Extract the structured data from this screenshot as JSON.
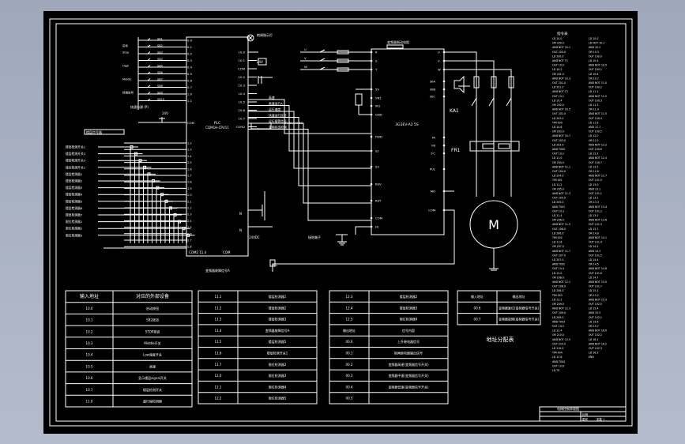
{
  "plc": {
    "title_1": "PLC",
    "title_2": "CQM1H-CPU11",
    "inputs": [
      {
        "addr": "0.0",
        "label": "",
        "sw": "SB1"
      },
      {
        "addr": "0.1",
        "label": "启动",
        "sw": "SB2"
      },
      {
        "addr": "0.2",
        "label": "Stop",
        "sw": "SB3"
      },
      {
        "addr": "0.3",
        "label": "",
        "sw": "SB4"
      },
      {
        "addr": "0.4",
        "label": "High",
        "sw": "SB5"
      },
      {
        "addr": "0.5",
        "label": "",
        "sw": "SB6"
      },
      {
        "addr": "0.6",
        "label": "Middle",
        "sw": "SB7"
      },
      {
        "addr": "0.7",
        "label": "",
        "sw": "SB8"
      },
      {
        "addr": "1.0",
        "label": "终端信号",
        "sw": "SB9"
      },
      {
        "addr": "1.1",
        "label": "",
        "sw": "SB10"
      }
    ],
    "lower_inputs": [
      "1.2",
      "1.3",
      "1.4",
      "1.5",
      "1.6",
      "1.7",
      "1.8",
      "1.9",
      "2.0",
      "2.1",
      "2.2",
      "2.3",
      "2.4",
      "2.5",
      "2.6",
      "2.7",
      "2.8"
    ],
    "com_label": "COM",
    "bottom_left": "COM2 11.4",
    "bottom_right": "COM",
    "outputs_right": [
      "10.0",
      "10.1",
      "COM",
      "10.2",
      "10.3",
      "10.4",
      "10.5",
      "10.6",
      "10.7",
      "COM2"
    ],
    "power_label": "快速电源 (P)",
    "power_v": "24V",
    "n_label_1": "N",
    "n_label_2": "N",
    "dc_label": "24VDC",
    "open_label": "抱闸指示灯",
    "dc_small": "24V",
    "group_label": "楼层信号器",
    "sensors": [
      "楼层检测开关1",
      "楼层检测开关2",
      "楼层检测开关3",
      "接近检测开关1",
      "楼层检测器1",
      "楼层检测器2",
      "楼层检测器3",
      "楼层检测器4",
      "楼层检测器5",
      "楼层检测器6",
      "楼层检测器7",
      "限位检测器1",
      "限位检测器2",
      "限位检测器3"
    ]
  },
  "inverter": {
    "top_label": "变频器制动电阻",
    "model": "3G3EV-A2 5S",
    "line_in": [
      "R",
      "S",
      "T"
    ],
    "line_in_labels": [
      "U",
      "V",
      "W"
    ],
    "out_terms": [
      "U",
      "V",
      "W"
    ],
    "left_terms": [
      "5V",
      "VR1",
      "IN1",
      "GND",
      "FWD",
      "S2",
      "S3",
      "REV",
      "RST",
      "COM",
      "FE"
    ],
    "right_terms": [
      "30A",
      "30B",
      "30C",
      "FA",
      "FB",
      "FC",
      "PUL",
      "MO",
      "COM"
    ],
    "signal_labels": [
      "高速",
      "高速运行A",
      "运行速度",
      "快速运行信号",
      "运行报警信号",
      "变频状态检测"
    ],
    "ground_label": "接地端子",
    "bottom_signal": "变频器故障信号A",
    "bottom_res": "RG"
  },
  "motor": {
    "ka": "KA1",
    "fr": "FR1",
    "m": "M"
  },
  "table1": {
    "headers": [
      "输入地址",
      "对应的外部设备"
    ],
    "rows": [
      [
        "10.0",
        "启动按钮"
      ],
      [
        "10.1",
        "SB2按钮"
      ],
      [
        "10.2",
        "STOP按钮"
      ],
      [
        "10.3",
        "Middle开关"
      ],
      [
        "10.4",
        "Low速度开关"
      ],
      [
        "10.5",
        "高速"
      ],
      [
        "10.6",
        "显示楼层signal开关"
      ],
      [
        "10.7",
        "楼层检测开关"
      ],
      [
        "11.0",
        "超行程检测器"
      ]
    ]
  },
  "table2": {
    "rows": [
      [
        "11.1",
        "楼层检测器1"
      ],
      [
        "11.2",
        "楼层检测器2"
      ],
      [
        "11.3",
        "楼层检测器3"
      ],
      [
        "11.4",
        "变频器故障信号A"
      ],
      [
        "11.5",
        "楼层检测器5"
      ],
      [
        "11.6",
        "楼层检测开关1"
      ],
      [
        "11.7",
        "限位检测器2"
      ],
      [
        "12.0",
        "限位检测器3"
      ],
      [
        "12.1",
        "限位检测器4"
      ],
      [
        "12.2",
        "限位检测器5"
      ]
    ]
  },
  "table3": {
    "rows_top": [
      [
        "12.3",
        "楼层检测器2"
      ],
      [
        "12.4",
        "楼层检测器3"
      ],
      [
        "12.5",
        "限位检测器4"
      ]
    ],
    "headers": [
      "输出地址",
      "信号内容"
    ],
    "rows": [
      [
        "00.0",
        "上升继电器信号"
      ],
      [
        "00.1",
        "抱闸继电器输出信号"
      ],
      [
        "00.2",
        "变频器高速(变频器信号开关)"
      ],
      [
        "00.3",
        "变频器中速(变频器信号开关)"
      ],
      [
        "00.4",
        "变频器低速(变频器信号开关)"
      ],
      [
        "00.5",
        ""
      ]
    ]
  },
  "table4": {
    "headers": [
      "输入地址",
      "输出地址"
    ],
    "rows": [
      [
        "00.6",
        "变频器复位(变频器信号开关)"
      ],
      [
        "00.7",
        "变频器故障(变频器信号开关)"
      ]
    ],
    "caption": "地址分配表"
  },
  "instructions": {
    "title": "指令表",
    "col1": [
      "LD 10.0",
      "OR 200.0",
      "AND NOT 10.1",
      "OUT 200.0",
      "LD 200.0",
      "AND NOT T1",
      "OUT 10.0",
      "LD 10.2",
      "OR 201.0",
      "AND NOT 10.3",
      "OUT 201.0",
      "LD 201.0",
      "AND NOT T2",
      "OUT 10.1",
      "LD 10.4",
      "OR 202.0",
      "AND NOT 10.5",
      "OUT 202.0",
      "LD 202.0",
      "TIM 000",
      "LD 10.6",
      "OR 203.0",
      "AND NOT 10.7",
      "OUT 203.0",
      "LD 203.0",
      "AND T000",
      "OUT 10.2",
      "LD 11.0",
      "OR 204.0",
      "AND NOT 11.1",
      "OUT 204.0",
      "LD 204.0",
      "TIM 001",
      "LD 11.2",
      "OR 205.0",
      "AND NOT 11.3",
      "OUT 205.0",
      "LD 205.0",
      "AND T001",
      "OUT 10.3",
      "LD 11.4",
      "OR 206.0",
      "AND NOT 11.5",
      "OUT 206.0",
      "LD 206.0",
      "TIM 002",
      "LD 11.6",
      "OR 207.0",
      "AND NOT 11.7",
      "OUT 207.0",
      "LD 207.0",
      "AND T002",
      "OUT 10.4",
      "LD 12.0",
      "OR 208.0",
      "AND NOT 12.1",
      "OUT 208.0",
      "LD 208.0",
      "TIM 003",
      "LD 12.2",
      "OR 209.0",
      "AND NOT 12.3",
      "OUT 209.0",
      "LD 209.0",
      "AND T003",
      "OUT 10.5",
      "LD 12.4",
      "OR 210.0",
      "AND NOT 12.5",
      "OUT 210.0",
      "LD 210.0",
      "TIM 004",
      "LD 12.6",
      "AND T004",
      "OUT 10.6",
      "LD T0"
    ],
    "col2": [
      "LD 10.0",
      "LD NOT 10.1",
      "AND 10.2",
      "OR 10.3",
      "OUT 100.0",
      "LD 10.4",
      "AND NOT 10.5",
      "OUT 100.1",
      "LD 10.6",
      "OR 10.7",
      "AND NOT 11.0",
      "OUT 100.2",
      "LD 11.1",
      "AND NOT 11.2",
      "OUT 100.3",
      "LD 11.3",
      "OR 11.4",
      "AND NOT 11.5",
      "OUT 100.4",
      "LD 11.6",
      "AND 11.7",
      "OUT 100.5",
      "LD 12.0",
      "OR 12.1",
      "AND NOT 12.2",
      "OUT 100.6",
      "LD 12.3",
      "AND NOT 12.4",
      "OUT 100.7",
      "LD 12.5",
      "OR 12.6",
      "AND NOT 12.7",
      "OUT 101.0",
      "LD 13.0",
      "AND 13.1",
      "OUT 101.1",
      "LD 13.2",
      "OR 13.3",
      "AND NOT 13.4",
      "OUT 101.2",
      "LD 13.5",
      "AND NOT 13.6",
      "OUT 101.3",
      "LD 13.7",
      "OR 14.0",
      "AND NOT 14.1",
      "OUT 101.4",
      "LD 14.2",
      "AND 14.3",
      "OUT 101.5",
      "LD 14.4",
      "OR 14.5",
      "AND NOT 14.6",
      "OUT 101.6",
      "LD 14.7",
      "AND NOT 15.0",
      "OUT 101.7",
      "LD 15.1",
      "OR 15.2",
      "AND NOT 15.3",
      "OUT 102.0",
      "LD 15.4",
      "AND 15.5",
      "OUT 102.1",
      "LD 15.6",
      "OR 15.7",
      "AND NOT 16.0",
      "OUT 102.2",
      "LD 16.1",
      "AND NOT 16.2",
      "OUT 102.3",
      "LD 16.3",
      "END"
    ]
  },
  "titleblock": {
    "title": "电梯控制原理图",
    "r1": "比例",
    "r2": "图号",
    "r3": "张数 1"
  }
}
